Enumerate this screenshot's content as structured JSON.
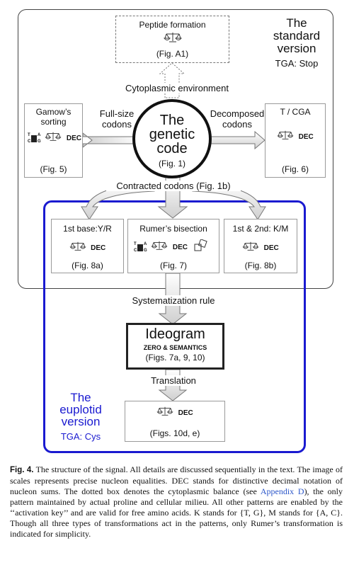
{
  "standard": {
    "title_line1": "The",
    "title_line2": "standard",
    "title_line3": "version",
    "tga": "TGA: Stop"
  },
  "euplotid": {
    "title_line1": "The",
    "title_line2": "euplotid",
    "title_line3": "version",
    "tga": "TGA: Cys"
  },
  "peptide": {
    "title": "Peptide formation",
    "fig": "(Fig. A1)"
  },
  "cytoplasmic": "Cytoplasmic environment",
  "gamow": {
    "title_line1": "Gamow’s",
    "title_line2": "sorting",
    "dec": "DEC",
    "fig": "(Fig. 5)"
  },
  "fullsize": {
    "line1": "Full-size",
    "line2": "codons"
  },
  "decomposed": {
    "line1": "Decomposed",
    "line2": "codons"
  },
  "genetic": {
    "line1": "The",
    "line2": "genetic",
    "line3": "code",
    "fig": "(Fig. 1)"
  },
  "tcga": {
    "title": "T / CGA",
    "dec": "DEC",
    "fig": "(Fig. 6)"
  },
  "contracted": "Contracted codons (Fig. 1b)",
  "first": {
    "title": "1st base:Y/R",
    "dec": "DEC",
    "fig": "(Fig. 8a)"
  },
  "rumer": {
    "title": "Rumer’s bisection",
    "dec": "DEC",
    "fig": "(Fig. 7)"
  },
  "km": {
    "title": "1st & 2nd: K/M",
    "dec": "DEC",
    "fig": "(Fig. 8b)"
  },
  "system_rule": "Systematization rule",
  "ideogram": {
    "title": "Ideogram",
    "sub": "ZERO & SEMANTICS",
    "fig": "(Figs. 7a, 9, 10)"
  },
  "translation": "Translation",
  "final": {
    "dec": "DEC",
    "fig": "(Figs. 10d, e)"
  },
  "glyph": {
    "t": "T",
    "a": "A",
    "c": "C",
    "g": "G"
  },
  "caption": {
    "label": "Fig. 4.",
    "text1": "The structure of the signal. All details are discussed sequentially in the text. The image of scales represents precise nucleon equalities. DEC stands for distinctive decimal notation of nucleon sums. The dotted box denotes the cytoplasmic balance (see ",
    "link": "Appendix D",
    "text2": "), the only pattern maintained by actual proline and cellular milieu. All other patterns are enabled by the ‘‘activation key’’ and are valid for free amino acids. K stands for {T, G}, M stands for {A, C}. Though all three types of transformations act in the patterns, only Rumer’s transformation is indicated for simplicity."
  },
  "colors": {
    "blue": "#1a1ad0",
    "gray_border": "#777777"
  }
}
